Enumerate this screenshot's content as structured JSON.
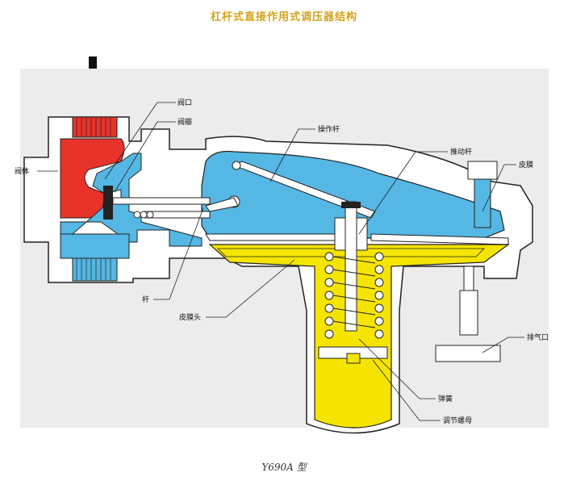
{
  "title": "杠杆式直接作用式调压器结构",
  "caption": "Y690A 型",
  "labels": {
    "valve_port": "阀口",
    "valve_disc": "阀瓣",
    "valve_body": "阀体",
    "operating_lever": "操作杆",
    "push_rod": "推动杆",
    "diaphragm": "皮膜",
    "stem": "杆",
    "diaphragm_head": "皮膜头",
    "vent": "排气口",
    "spring": "弹簧",
    "adjusting_nut": "调节螺母"
  },
  "colors": {
    "title": "#d4a21c",
    "inlet_red": "#e8332a",
    "outlet_blue": "#55b7e3",
    "spring_yellow": "#f5e400",
    "outline": "#222222",
    "background_gray": "#ececec"
  }
}
